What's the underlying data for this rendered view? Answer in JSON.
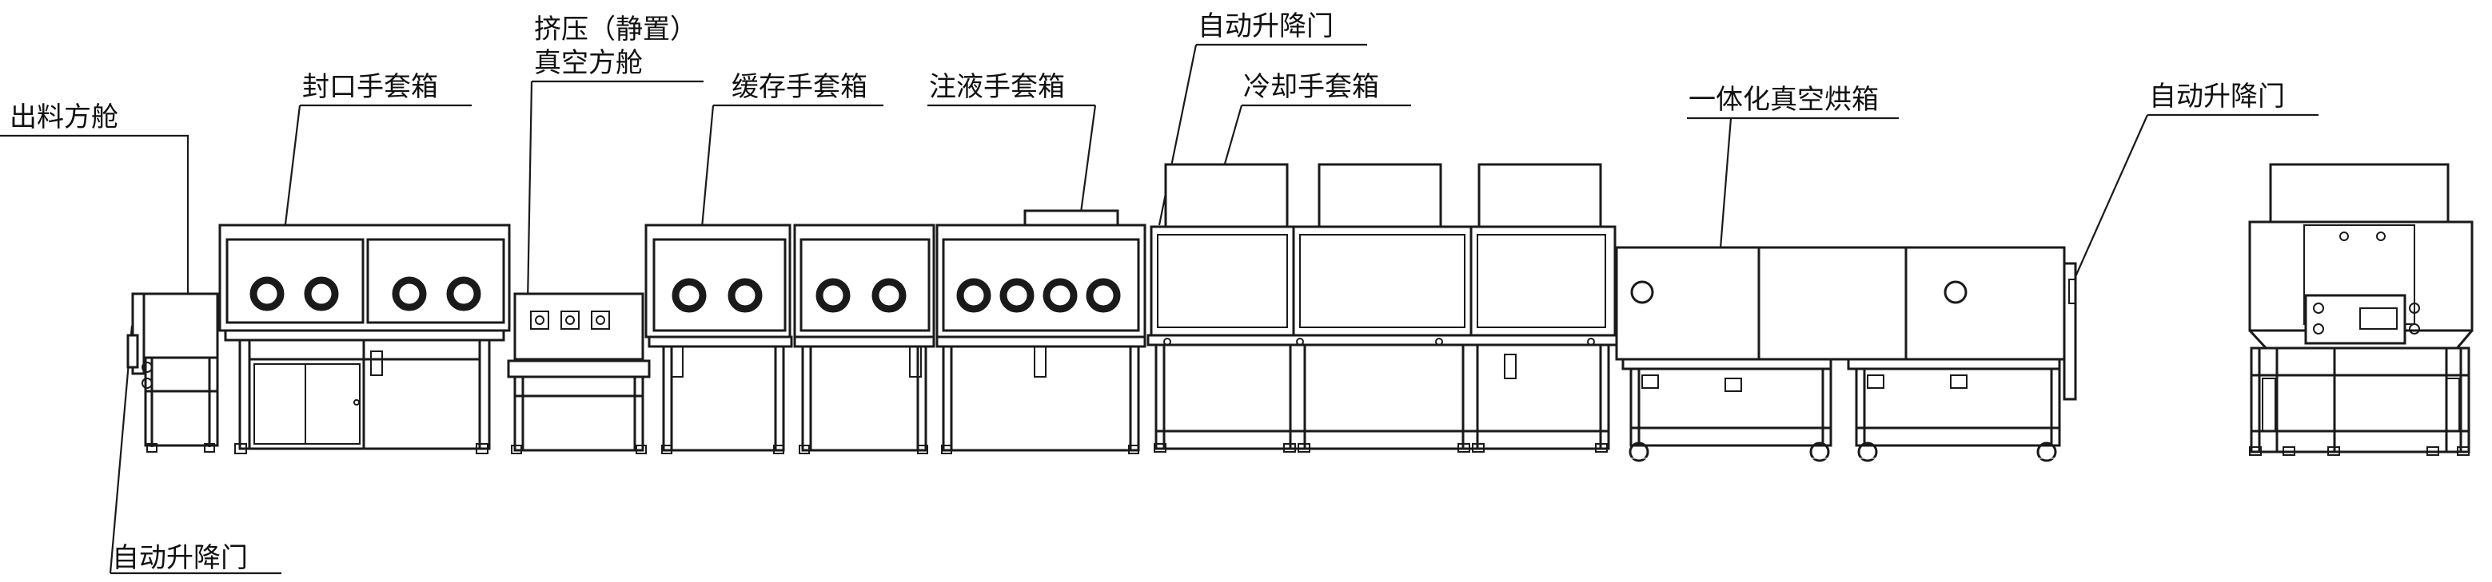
{
  "labels": {
    "discharge_chamber": "出料方舱",
    "sealing_glovebox": "封口手套箱",
    "press_chamber_line1": "挤压（静置）",
    "press_chamber_line2": "真空方舱",
    "buffer_glovebox": "缓存手套箱",
    "injection_glovebox": "注液手套箱",
    "auto_door_top": "自动升降门",
    "cooling_glovebox": "冷却手套箱",
    "vacuum_oven": "一体化真空烘箱",
    "auto_door_right": "自动升降门",
    "auto_door_bottom": "自动升降门"
  },
  "underlined_labels": [
    "discharge_chamber",
    "sealing_glovebox",
    "press_chamber_line2",
    "buffer_glovebox",
    "injection_glovebox",
    "auto_door_top",
    "cooling_glovebox",
    "vacuum_oven",
    "auto_door_right",
    "auto_door_bottom"
  ]
}
